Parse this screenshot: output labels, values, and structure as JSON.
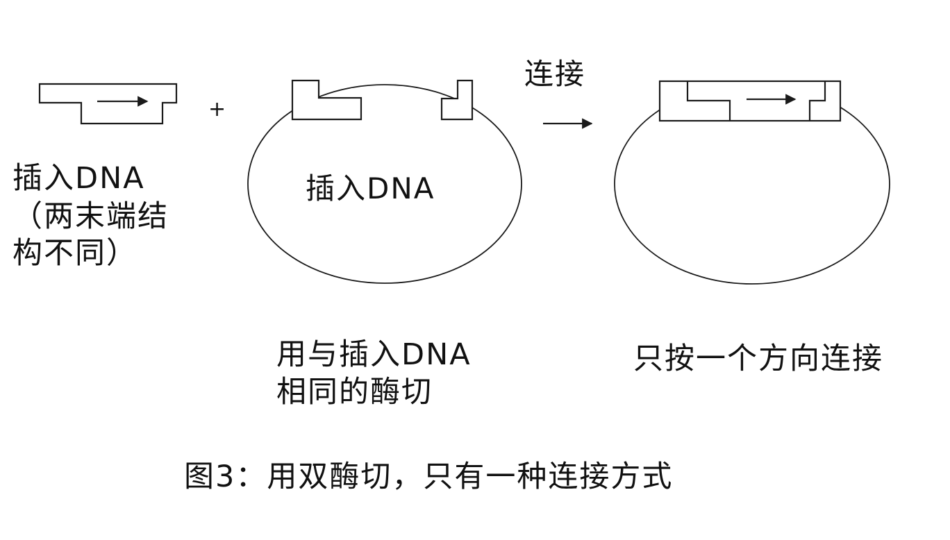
{
  "diagram": {
    "insert_label_line1": "插入DNA",
    "insert_label_line2": "（两末端结",
    "insert_label_line3": "构不同）",
    "plus_sign": "+",
    "ring_label": "插入DNA",
    "ligation_label": "连接",
    "cut_caption_line1": "用与插入DNA",
    "cut_caption_line2": "相同的酶切",
    "result_caption": "只按一个方向连接",
    "figure_caption": "图3：用双酶切，只有一种连接方式"
  },
  "icons": {
    "direction_arrow": "right-arrow-icon",
    "ligation_arrow": "right-arrow-icon"
  }
}
